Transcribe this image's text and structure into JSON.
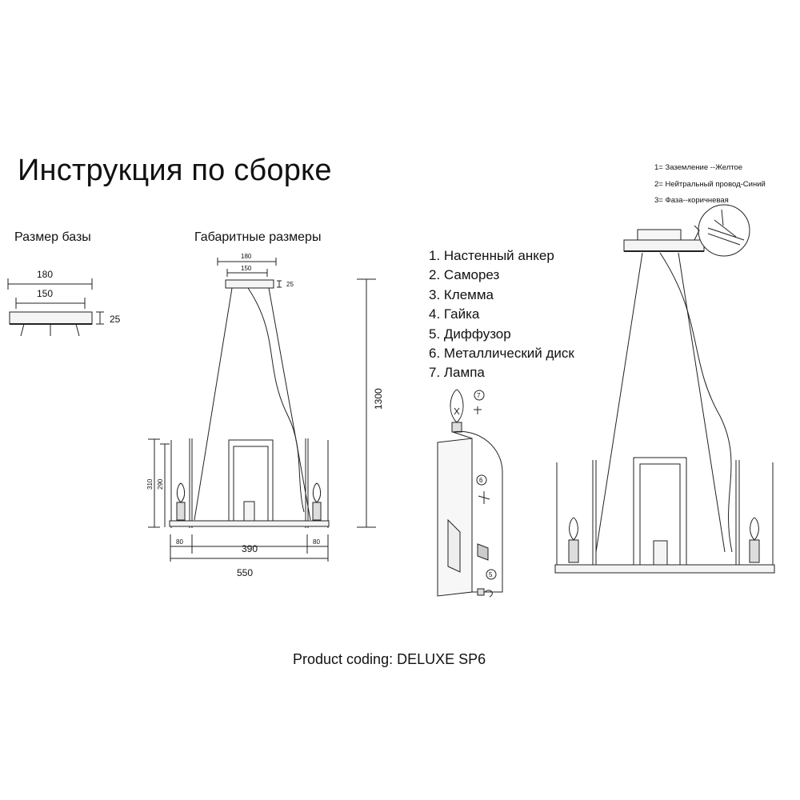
{
  "title": "Инструкция по сборке",
  "base_section": {
    "label": "Размер базы",
    "dims": {
      "outer": "180",
      "inner": "150",
      "height": "25"
    }
  },
  "overall_section": {
    "label": "Габаритные размеры",
    "dims": {
      "top_outer": "180",
      "top_inner": "150",
      "top_height": "25",
      "total_height": "1300",
      "side_310": "310",
      "side_290": "290",
      "bottom_left": "80",
      "bottom_middle": "390",
      "bottom_right": "80",
      "total_width": "550"
    }
  },
  "parts_list": [
    "1. Настенный анкер",
    "2. Саморез",
    "3. Клемма",
    "4. Гайка",
    "5. Диффузор",
    "6. Металлический диск",
    "7. Лампа"
  ],
  "wiring_legend": [
    "1= Заземление --Желтое",
    "2= Нейтральный провод-Синий",
    "3= Фаза--коричневая"
  ],
  "callouts": {
    "c7": "7",
    "c6": "6",
    "c5": "5"
  },
  "footer": "Product coding: DELUXE SP6"
}
